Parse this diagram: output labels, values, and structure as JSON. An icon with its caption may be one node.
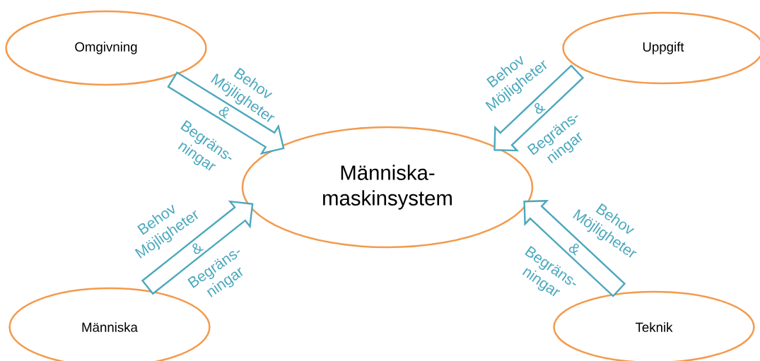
{
  "diagram": {
    "nodes": [
      {
        "text": [
          "Omgivning"
        ]
      },
      {
        "text": [
          "Uppgift"
        ]
      },
      {
        "text": [
          "Människa- maskinsystem"
        ]
      },
      {
        "text": [
          "Människa"
        ]
      },
      {
        "text": [
          "Teknik"
        ]
      }
    ],
    "edges": [
      {
        "from": 0,
        "to": 2,
        "arrow": "to",
        "label": "&"
      },
      {
        "from": 1,
        "to": 2,
        "arrow": "to",
        "label": "&"
      },
      {
        "from": 3,
        "to": 2,
        "arrow": "to",
        "label": "&"
      },
      {
        "from": 4,
        "to": 2,
        "arrow": "to",
        "label": "&"
      }
    ],
    "labels": [
      "Behov Möjligheter",
      "Begräns- ningar",
      "Behov Möjligheter",
      "Begräns- ningar",
      "Behov Möjligheter",
      "Begräns- ningar",
      "Behov Möjligheter",
      "Begräns- ningar"
    ]
  }
}
